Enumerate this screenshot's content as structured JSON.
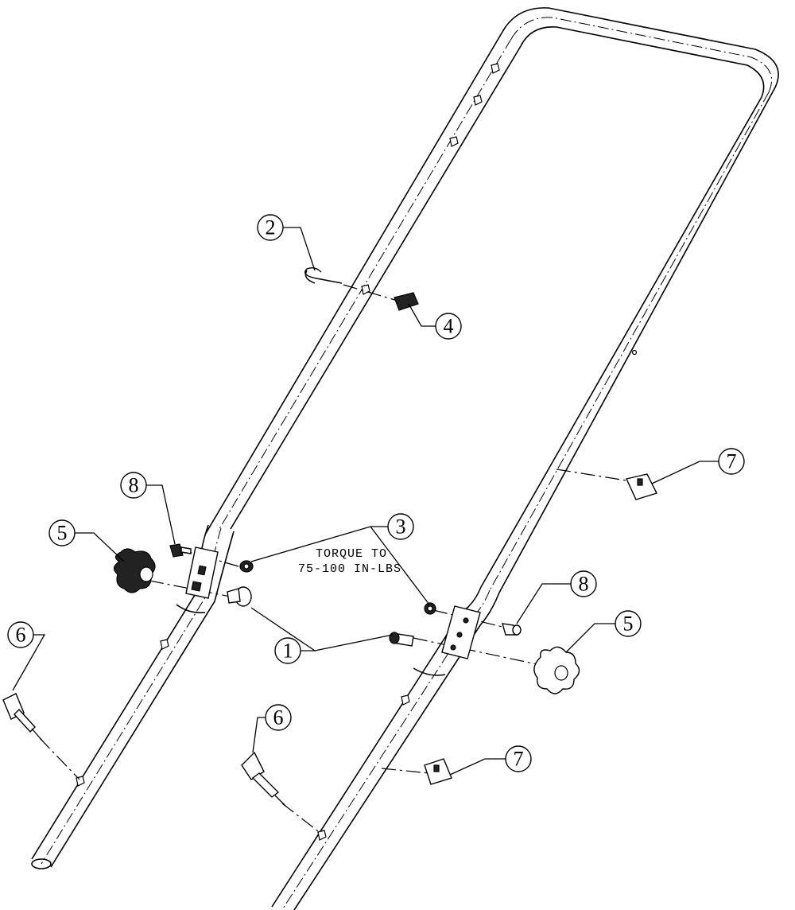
{
  "callouts": [
    {
      "id": "1",
      "label": "1"
    },
    {
      "id": "2",
      "label": "2"
    },
    {
      "id": "3",
      "label": "3"
    },
    {
      "id": "4",
      "label": "4"
    },
    {
      "id": "5a",
      "label": "5"
    },
    {
      "id": "5b",
      "label": "5"
    },
    {
      "id": "6a",
      "label": "6"
    },
    {
      "id": "6b",
      "label": "6"
    },
    {
      "id": "7a",
      "label": "7"
    },
    {
      "id": "7b",
      "label": "7"
    },
    {
      "id": "8a",
      "label": "8"
    },
    {
      "id": "8b",
      "label": "8"
    }
  ],
  "note": {
    "line1": "TORQUE TO",
    "line2": "75-100 IN-LBS"
  }
}
